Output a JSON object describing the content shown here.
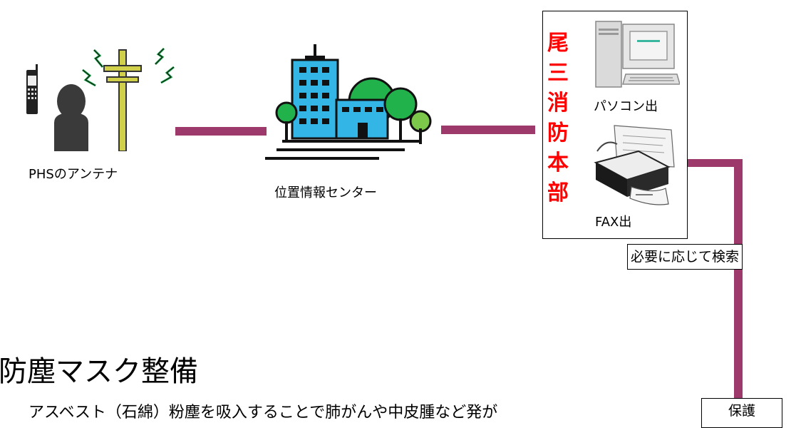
{
  "phs": {
    "label": "PHSのアンテナ"
  },
  "center": {
    "label": "位置情報センター"
  },
  "hq": {
    "title": "尾\n三\n消\n防\n本\n部",
    "pc_label": "パソコン出",
    "fax_label": "FAX出"
  },
  "search": {
    "label": "必要に応じて検索"
  },
  "protect": {
    "label": "保護"
  },
  "mask": {
    "heading": "防塵マスク整備",
    "text": "アスベスト（石綿）粉塵を吸入することで肺がんや中皮腫など発が"
  },
  "colors": {
    "connector": "#9e3a6b",
    "building": "#33b5e6",
    "tree": "#22b24c",
    "pole": "#d0d04a"
  }
}
